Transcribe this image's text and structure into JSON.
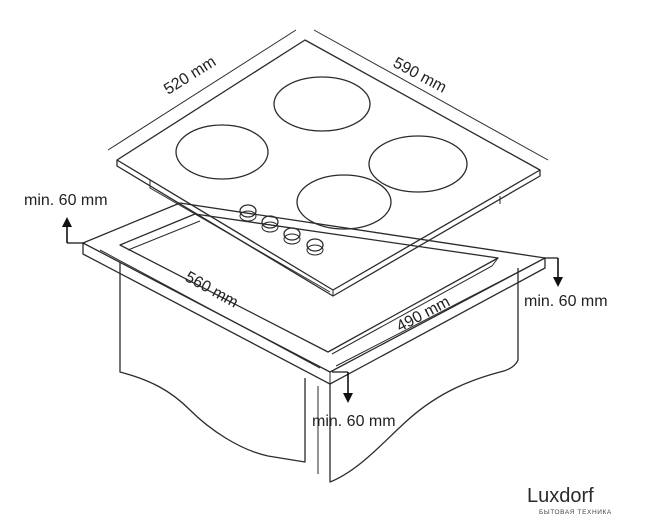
{
  "dimensions": {
    "hob_depth": "520 mm",
    "hob_width": "590 mm",
    "cutout_width": "560 mm",
    "cutout_depth": "490 mm",
    "clearance_back": "min. 60 mm",
    "clearance_side": "min. 60 mm",
    "clearance_front": "min. 60 mm"
  },
  "brand": {
    "name": "Luxdorf",
    "tagline": "БЫТОВАЯ ТЕХНИКА"
  },
  "colors": {
    "line": "#2b2b2b",
    "arrow": "#111111",
    "background": "#ffffff"
  },
  "counts": {
    "burners": 4,
    "knobs": 4
  }
}
